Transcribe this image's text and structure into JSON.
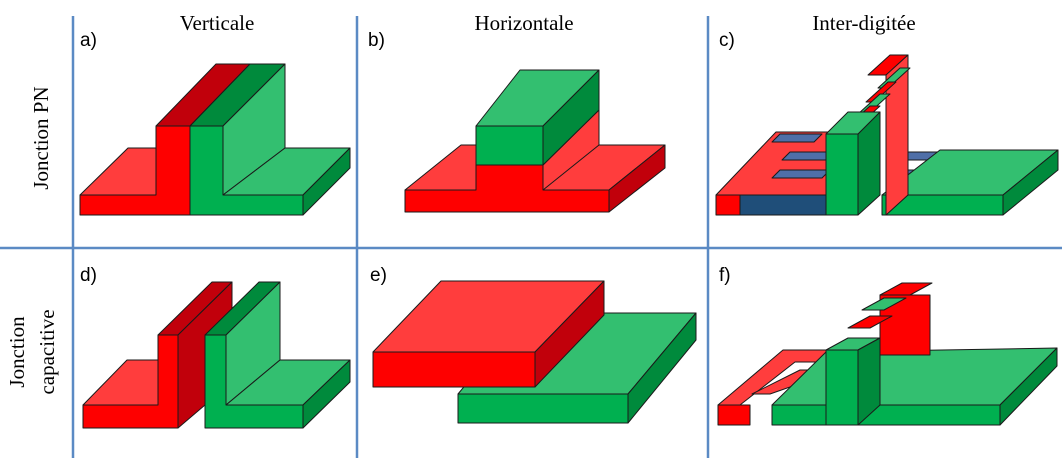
{
  "columns": [
    {
      "id": "verticale",
      "title": "Verticale"
    },
    {
      "id": "horizontale",
      "title": "Horizontale"
    },
    {
      "id": "inter-digitee",
      "title": "Inter-digitée"
    }
  ],
  "rows": [
    {
      "id": "pn",
      "lines": [
        "Jonction PN"
      ]
    },
    {
      "id": "capacitive",
      "lines": [
        "Jonction",
        "capacitive"
      ]
    }
  ],
  "panels": [
    "a)",
    "b)",
    "c)",
    "d)",
    "e)",
    "f)"
  ],
  "colors": {
    "red_front": "#fe0000",
    "red_top": "#ff3d3d",
    "red_side": "#c1000b",
    "green_front": "#00b050",
    "green_top": "#33bf70",
    "green_side": "#008a3c",
    "blue_front": "#1f4e79",
    "blue_top": "#4f6fa8",
    "grid": "#5b8ac4"
  }
}
